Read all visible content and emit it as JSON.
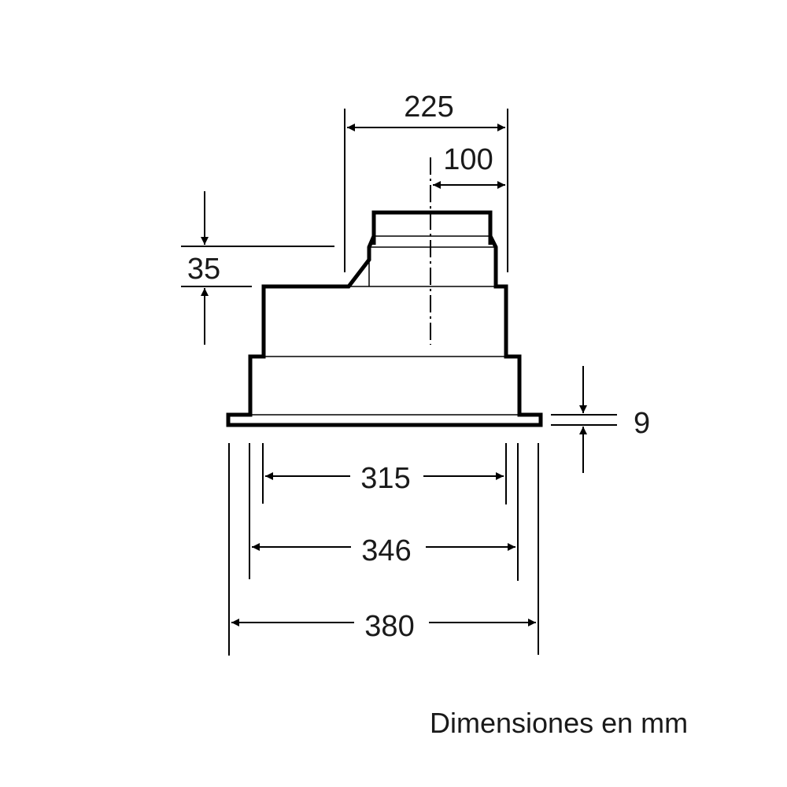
{
  "diagram": {
    "type": "technical-dimension-drawing",
    "subject": "built-in cooker hood side profile",
    "colors": {
      "line": "#000000",
      "text": "#1a1a1a",
      "background": "#ffffff"
    },
    "dimensions": {
      "duct_offset_total": "225",
      "duct_center_offset": "100",
      "duct_height_above_body": "35",
      "flange_thickness": "9",
      "inner_width": "315",
      "body_width": "346",
      "flange_width": "380"
    },
    "caption": "Dimensiones en mm"
  }
}
